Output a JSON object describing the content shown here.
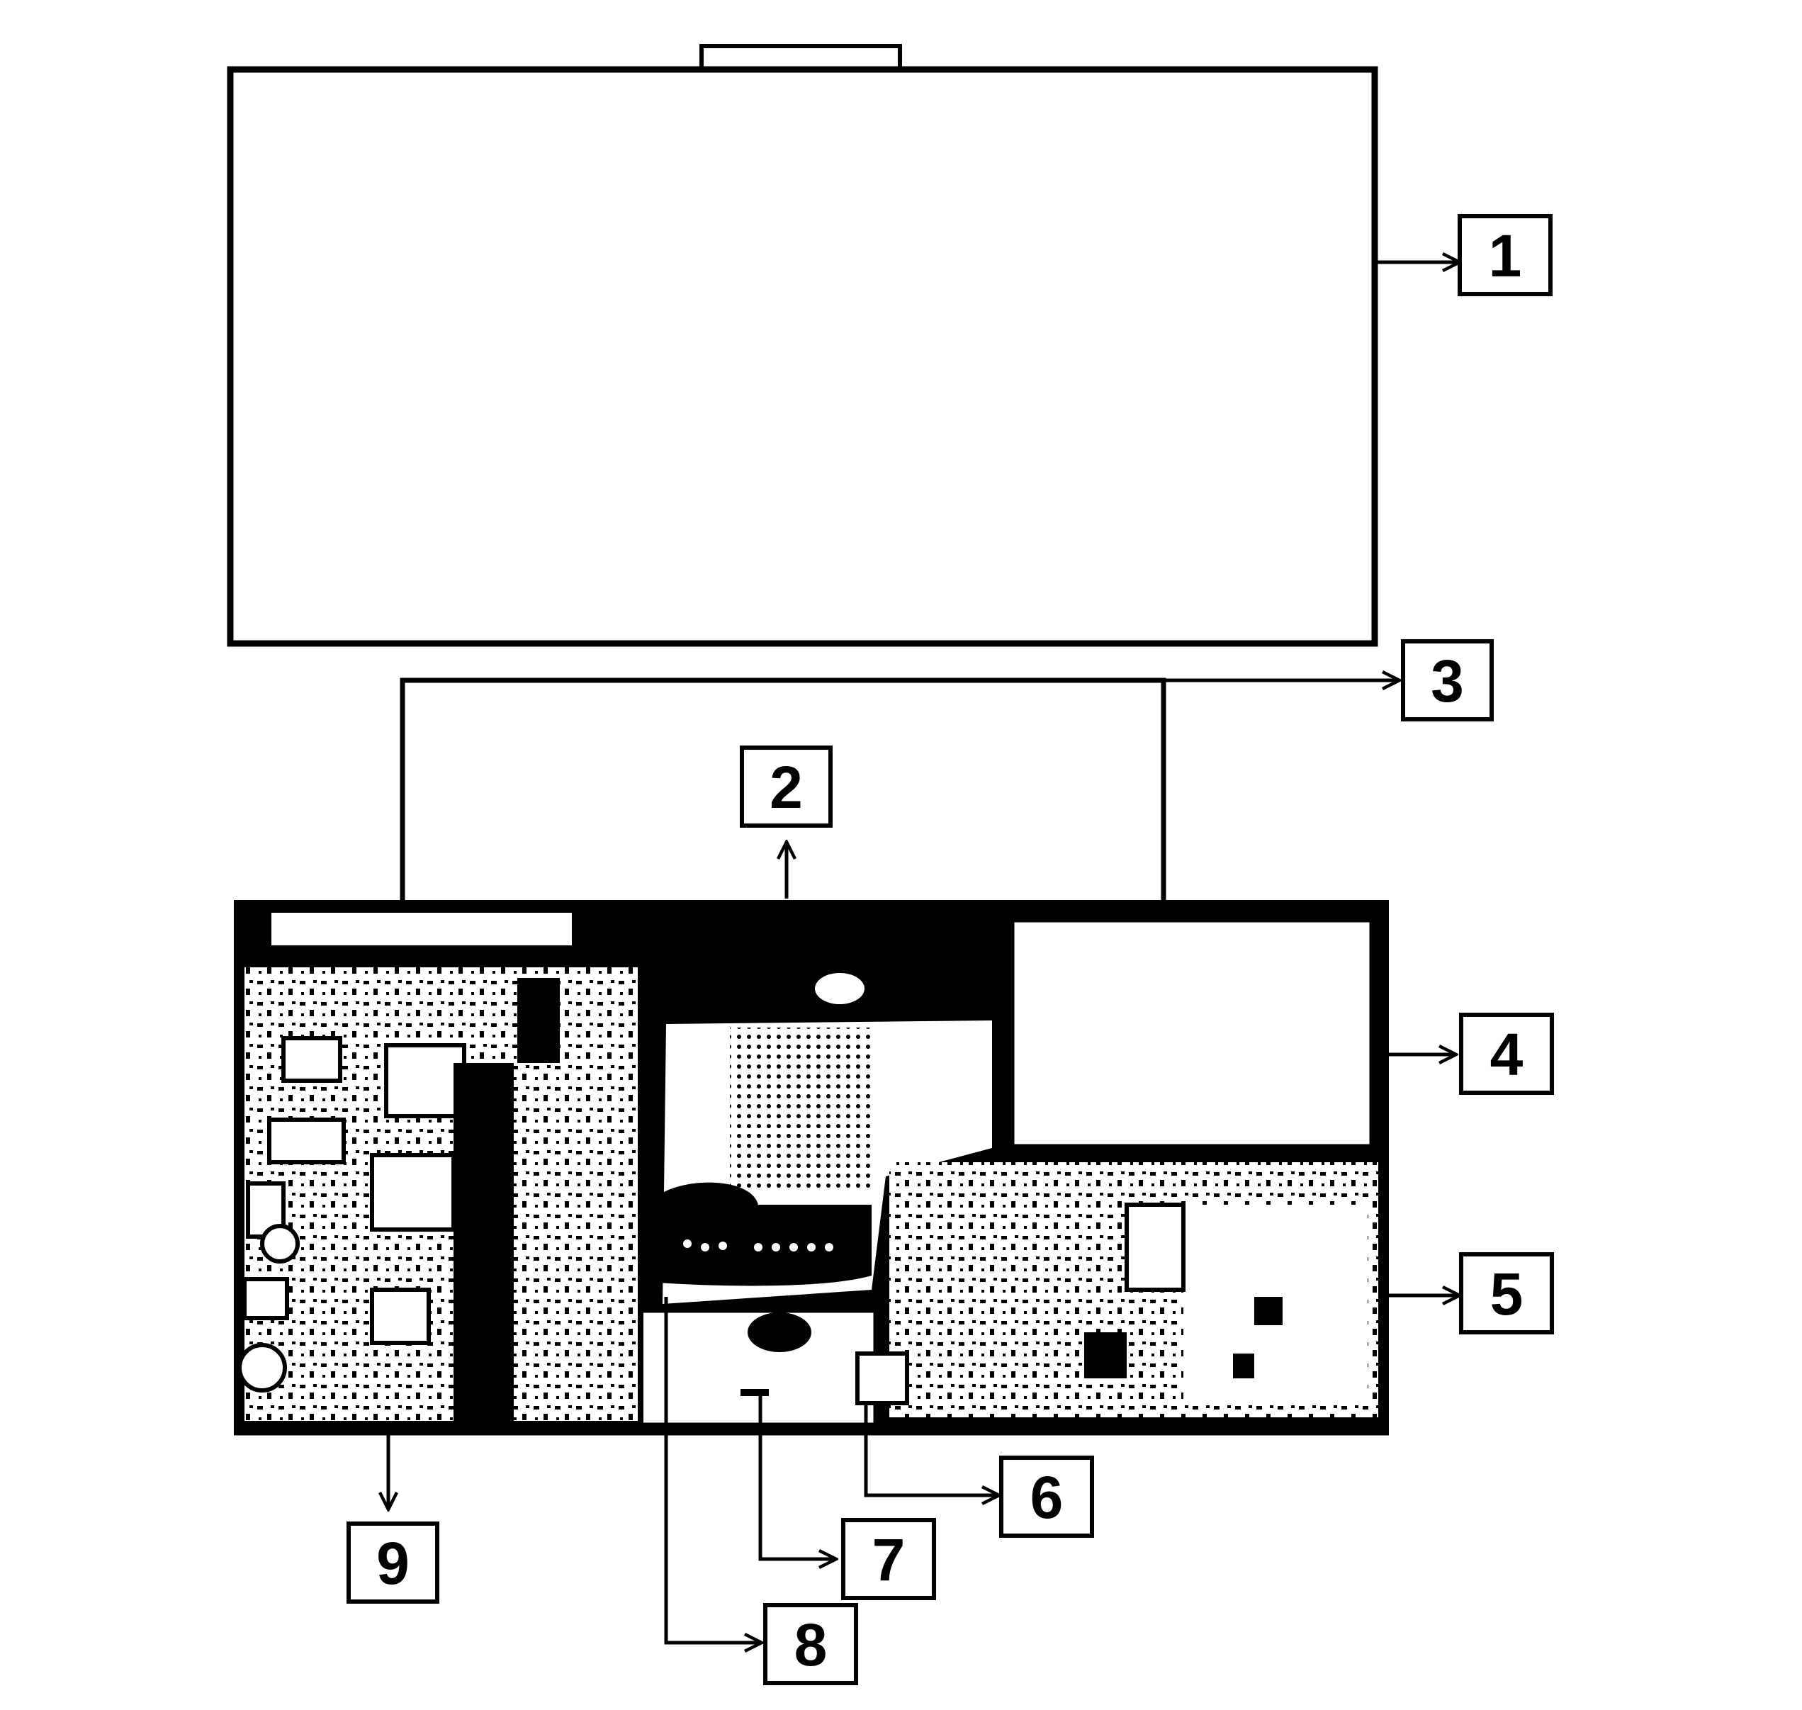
{
  "diagram": {
    "colors": {
      "ink": "#000000",
      "paper": "#ffffff",
      "chip": "#ffffff"
    },
    "callouts": [
      {
        "id": "c1",
        "label": "1"
      },
      {
        "id": "c2",
        "label": "2"
      },
      {
        "id": "c3",
        "label": "3"
      },
      {
        "id": "c4",
        "label": "4"
      },
      {
        "id": "c5",
        "label": "5"
      },
      {
        "id": "c6",
        "label": "6"
      },
      {
        "id": "c7",
        "label": "7"
      },
      {
        "id": "c8",
        "label": "8"
      },
      {
        "id": "c9",
        "label": "9"
      }
    ]
  }
}
